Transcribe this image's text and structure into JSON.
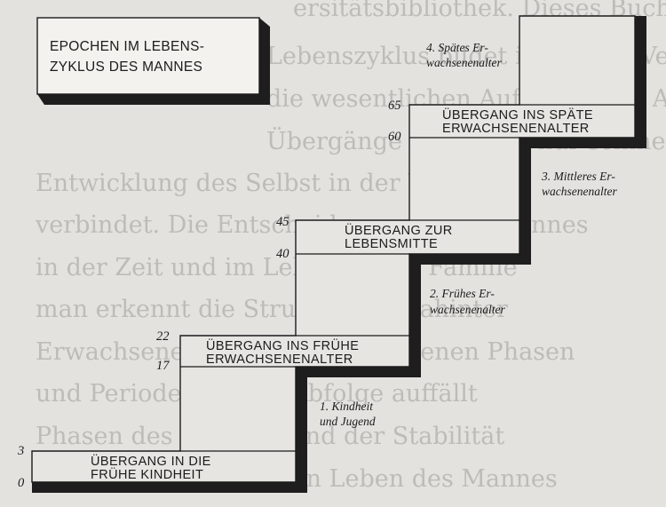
{
  "title": {
    "line1": "EPOCHEN IM LEBENS-",
    "line2": "ZYKLUS DES MANNES"
  },
  "transitions": [
    {
      "line1": "ÜBERGANG IN DIE",
      "line2": "FRÜHE KINDHEIT",
      "age_start": "0",
      "age_end": "3"
    },
    {
      "line1": "ÜBERGANG INS FRÜHE",
      "line2": "ERWACHSENENALTER",
      "age_start": "17",
      "age_end": "22"
    },
    {
      "line1": "ÜBERGANG ZUR",
      "line2": "LEBENSMITTE",
      "age_start": "40",
      "age_end": "45"
    },
    {
      "line1": "ÜBERGANG INS SPÄTE",
      "line2": "ERWACHSENENALTER",
      "age_start": "60",
      "age_end": "65"
    }
  ],
  "epochs": [
    {
      "line1": "1. Kindheit",
      "line2": "und Jugend"
    },
    {
      "line1": "2. Frühes Er-",
      "line2": "wachsenenalter"
    },
    {
      "line1": "3. Mittleres Er-",
      "line2": "wachsenenalter"
    },
    {
      "line1": "4. Spätes Er-",
      "line2": "wachsenenalter"
    }
  ],
  "colors": {
    "paper": "#e3e2df",
    "ink": "#1b1b1b",
    "box_fill": "#f3f2ee",
    "shadow": "#1e1e1e"
  }
}
